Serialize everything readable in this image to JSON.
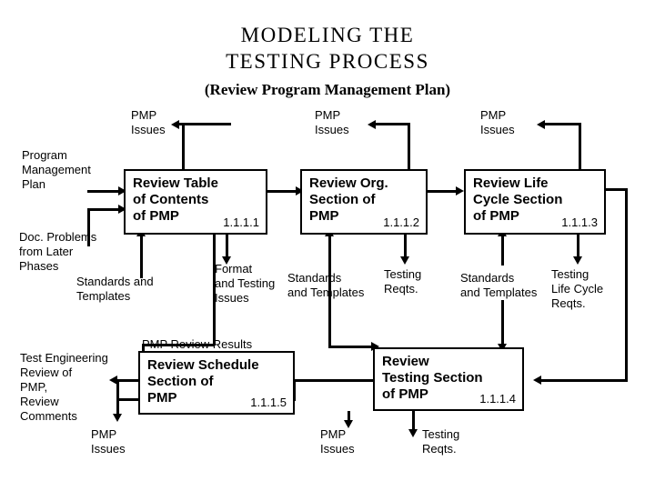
{
  "title": {
    "line1": "MODELING  THE",
    "line2": "TESTING  PROCESS",
    "subtitle": "(Review Program Management Plan)"
  },
  "boxes": [
    {
      "id": "box-1",
      "title": "Review Table\nof Contents\nof PMP",
      "number": "1.1.1.1"
    },
    {
      "id": "box-2",
      "title": "Review Org.\n Section of\nPMP",
      "number": "1.1.1.2"
    },
    {
      "id": "box-3",
      "title": "Review Life\n Cycle Section\nof PMP",
      "number": "1.1.1.3"
    },
    {
      "id": "box-4",
      "title": "Review\n Testing Section\n of PMP",
      "number": "1.1.1.4"
    },
    {
      "id": "box-5",
      "title": "Review Schedule\n Section of\nPMP",
      "number": "1.1.1.5"
    }
  ],
  "labels": {
    "pmp_issues_1": "PMP\n Issues",
    "pmp_issues_2": "PMP\n Issues",
    "pmp_issues_3": "PMP\n Issues",
    "pmp_issues_box5": "PMP\nIssues",
    "pmp_issues_box4": "PMP\n Issues",
    "program_management_plan": "Program\n Management\n Plan",
    "doc_problems": "Doc. Problems\n from Later\n Phases",
    "standards_templates_1": "Standards and\n Templates",
    "format_testing_issues": "Format\nand Testing\nIssues",
    "standards_templates_2": "Standards\nand Templates",
    "testing_reqts_1": "Testing\n Reqts.",
    "standards_templates_3": "Standards\nand Templates",
    "testing_life_cycle_reqts": "Testing\nLife Cycle\nReqts.",
    "test_engineering_review": "Test Engineering\n Review of\nPMP,\nReview\nComments",
    "pmp_review_results": "PMP Review Results",
    "testing_reqts_2": "Testing\n Reqts."
  }
}
